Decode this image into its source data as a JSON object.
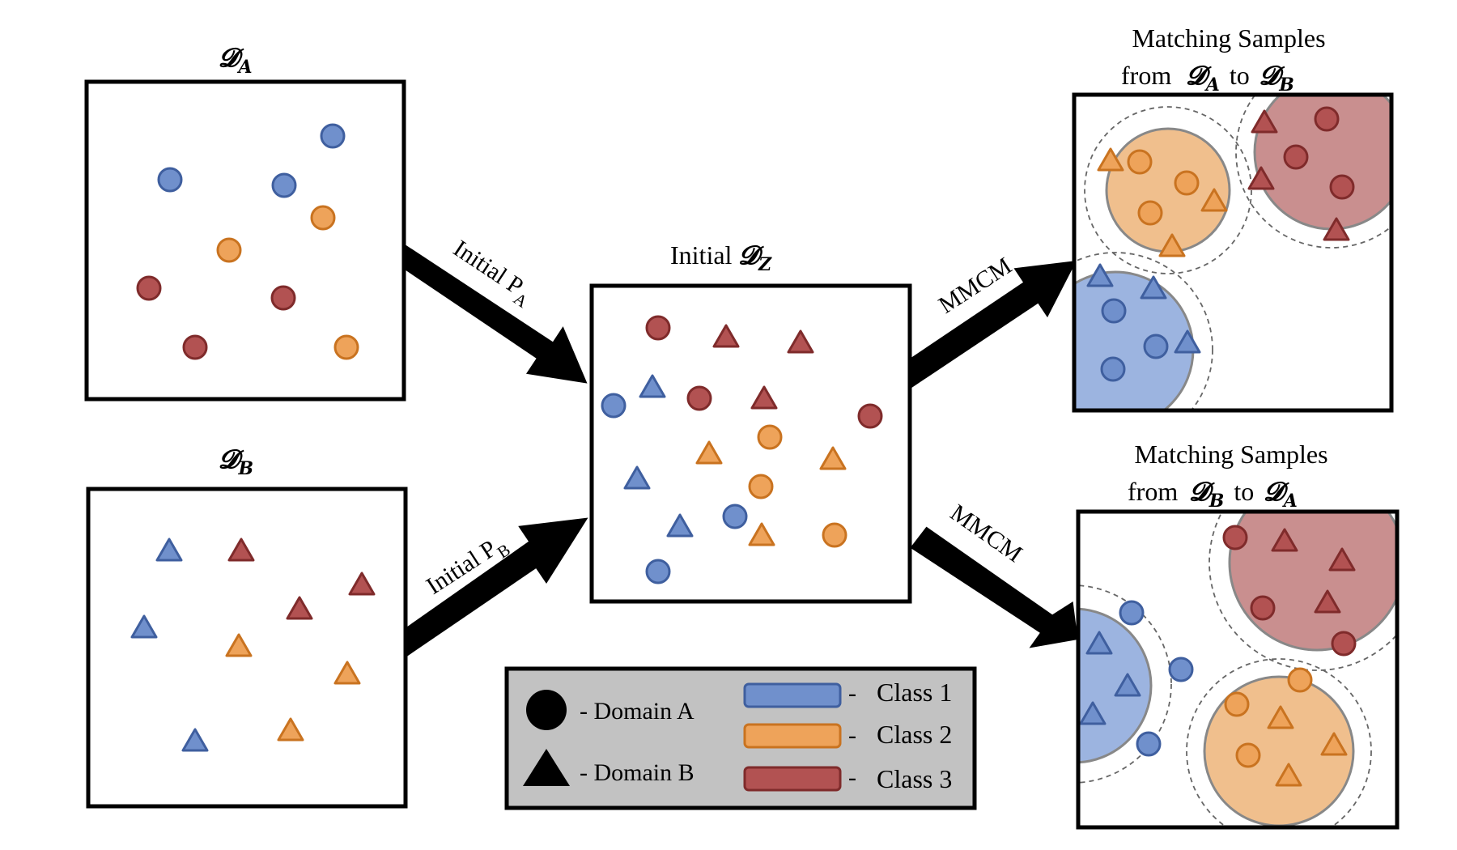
{
  "colors": {
    "class_1": "#7090cc",
    "class_1_stroke": "#3f5f9f",
    "class_2": "#eea35a",
    "class_2_stroke": "#c97320",
    "class_3": "#b25252",
    "class_3_stroke": "#7f2b2b",
    "legend_bg": "#c2c2c2"
  },
  "panels": {
    "domain_a": {
      "symbol": "𝓓",
      "sub": "A"
    },
    "domain_b": {
      "symbol": "𝓓",
      "sub": "B"
    },
    "initial_z": {
      "prefix": "Initial ",
      "symbol": "𝓓",
      "sub": "Z"
    },
    "match_ab": {
      "line1": "Matching Samples",
      "line2_from": "from",
      "line2_sym1": "𝓓",
      "line2_sub1": "A",
      "line2_to": "to",
      "line2_sym2": "𝓓",
      "line2_sub2": "B"
    },
    "match_ba": {
      "line1": "Matching  Samples",
      "line2_from": "from",
      "line2_sym1": "𝓓",
      "line2_sub1": "B",
      "line2_to": "to",
      "line2_sym2": "𝓓",
      "line2_sub2": "A"
    }
  },
  "arrows": {
    "initial_pa": {
      "text": "Initial P",
      "sub": "A"
    },
    "initial_pb": {
      "text": "Initial P",
      "sub": "B"
    },
    "mmcm_top": {
      "text": "MMCM"
    },
    "mmcm_bottom": {
      "text": "MMCM"
    }
  },
  "legend": {
    "domain_a": "- Domain A",
    "domain_b": "- Domain B",
    "dash": "-",
    "class_1": "Class 1",
    "class_2": "Class 2",
    "class_3": "Class 3"
  }
}
